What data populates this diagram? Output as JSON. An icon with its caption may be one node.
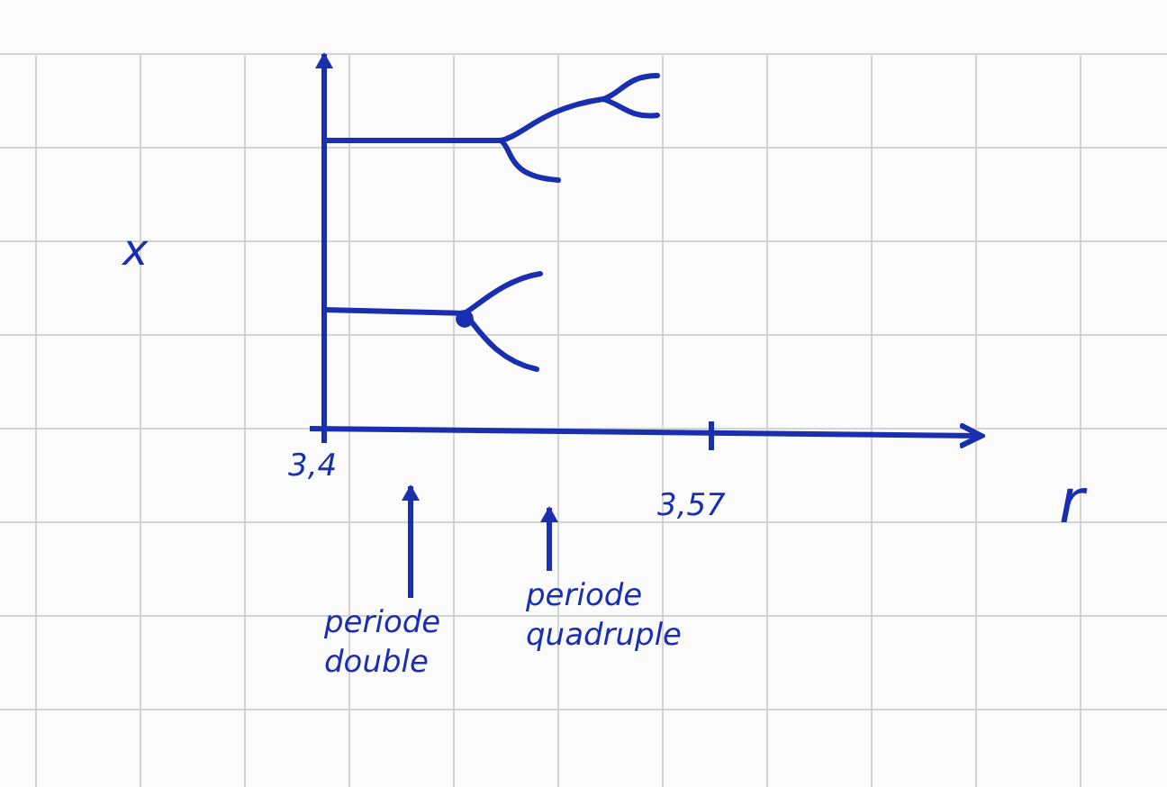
{
  "diagram": {
    "nodes": [
      {
        "text": [
          "periode double"
        ]
      },
      {
        "text": [
          "periode quadruple"
        ]
      }
    ],
    "edges": [
      {
        "from": 0,
        "to": null,
        "arrow": "to"
      },
      {
        "from": 1,
        "to": null,
        "arrow": "to"
      }
    ],
    "labels": [
      "x",
      "3,4",
      "3,57",
      "r"
    ]
  }
}
